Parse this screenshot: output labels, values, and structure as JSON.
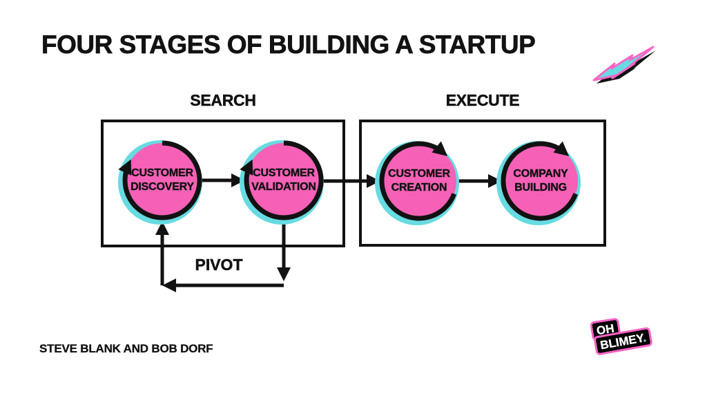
{
  "title": "FOUR STAGES OF BUILDING A STARTUP",
  "attribution": "STEVE BLANK AND BOB DORF",
  "diagram": {
    "groups": [
      {
        "label": "SEARCH",
        "stages": [
          {
            "line1": "CUSTOMER",
            "line2": "DISCOVERY"
          },
          {
            "line1": "CUSTOMER",
            "line2": "VALIDATION"
          }
        ]
      },
      {
        "label": "EXECUTE",
        "stages": [
          {
            "line1": "CUSTOMER",
            "line2": "CREATION"
          },
          {
            "line1": "COMPANY",
            "line2": "BUILDING"
          }
        ]
      }
    ],
    "pivot_label": "PIVOT"
  },
  "logo": {
    "word1": "OH",
    "word2": "BLIMEY",
    "period": "."
  },
  "icons": {
    "top_right": "lightning-bolt-icon"
  },
  "colors": {
    "pink": "#F661B7",
    "cyan": "#67DBE1",
    "ink": "#121212",
    "logo_pink": "#FB64C6",
    "white": "#FFFFFF"
  }
}
